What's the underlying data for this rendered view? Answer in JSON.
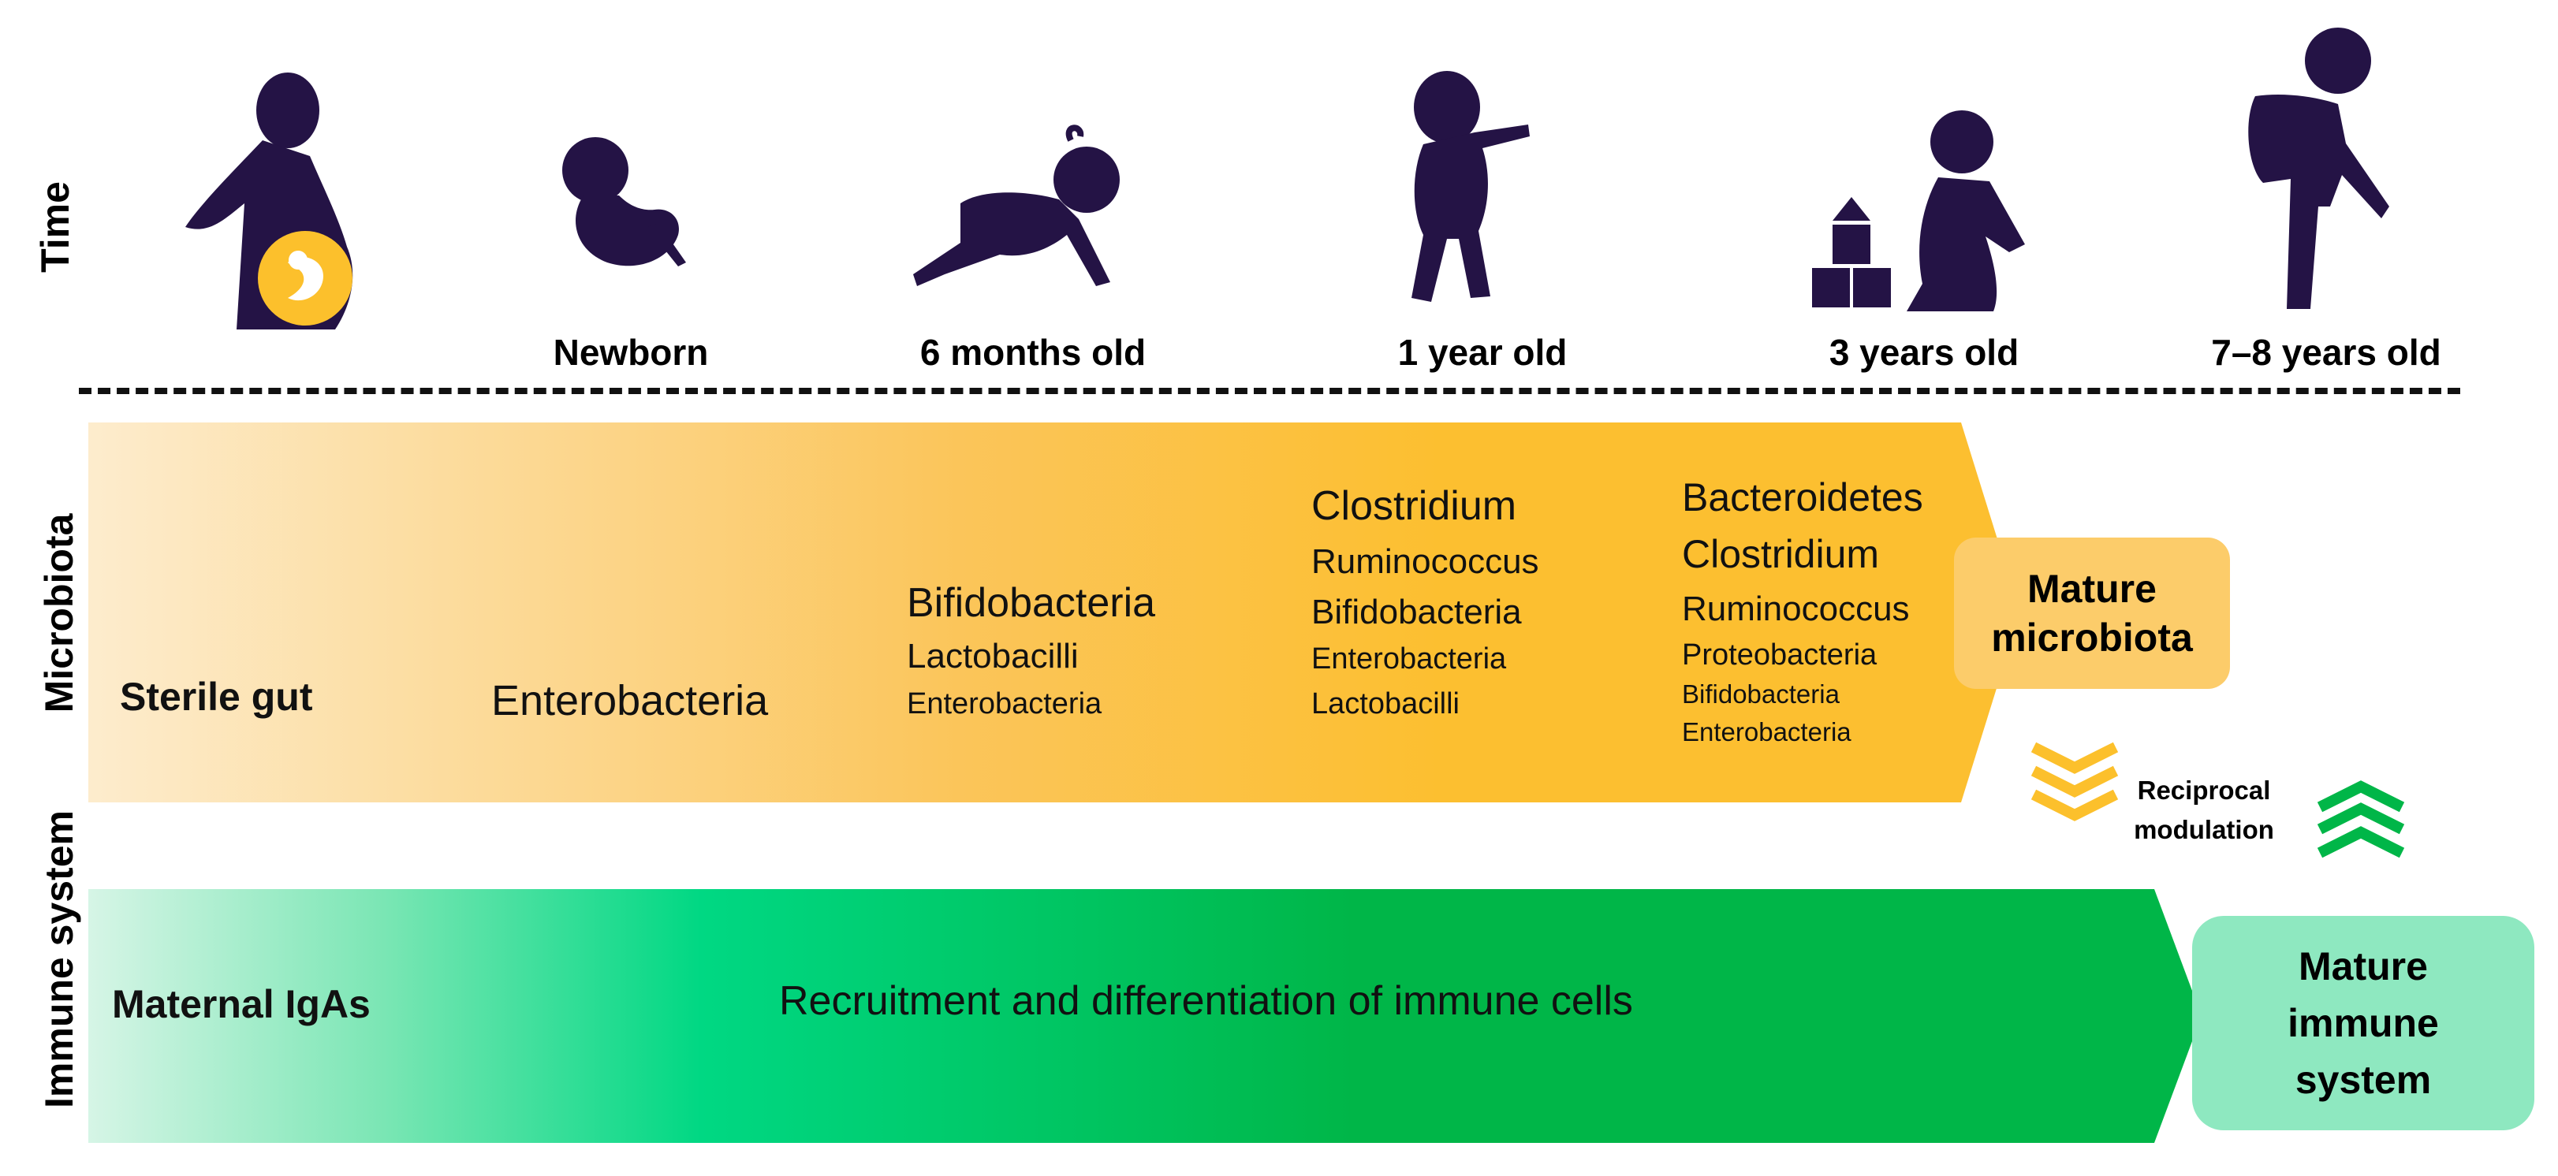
{
  "rows": {
    "time": "Time",
    "microbiota": "Microbiota",
    "immune": "Immune system"
  },
  "ages": [
    "Newborn",
    "6 months old",
    "1 year old",
    "3 years old",
    "7–8 years old"
  ],
  "icons": [
    "pregnant-woman-icon",
    "newborn-icon",
    "crawling-baby-icon",
    "walking-toddler-icon",
    "child-playing-blocks-icon",
    "school-child-icon"
  ],
  "microbiota": {
    "sterile": "Sterile gut",
    "newborn": "Enterobacteria",
    "six_months": [
      "Bifidobacteria",
      "Lactobacilli",
      "Enterobacteria"
    ],
    "one_year": [
      "Clostridium",
      "Ruminococcus",
      "Bifidobacteria",
      "Enterobacteria",
      "Lactobacilli"
    ],
    "three_years": [
      "Bacteroidetes",
      "Clostridium",
      "Ruminococcus",
      "Proteobacteria",
      "Bifidobacteria",
      "Enterobacteria"
    ],
    "mature": "Mature microbiota"
  },
  "reciprocal": "Reciprocal modulation",
  "immune": {
    "maternal": "Maternal IgAs",
    "recruitment": "Recruitment and differentiation of immune cells",
    "mature": "Mature immune system"
  },
  "colors": {
    "silhouette": "#241345",
    "fetus_circle": "#fcc02c",
    "microbiota_band": "#fcbf30",
    "immune_band": "#00b648",
    "immune_band_light": "#00d883",
    "mature_microbiota_box": "#fccc6a",
    "mature_immune_box": "#8ee8c0",
    "chevron_yellow": "#fcc02c",
    "chevron_green": "#00b648"
  }
}
